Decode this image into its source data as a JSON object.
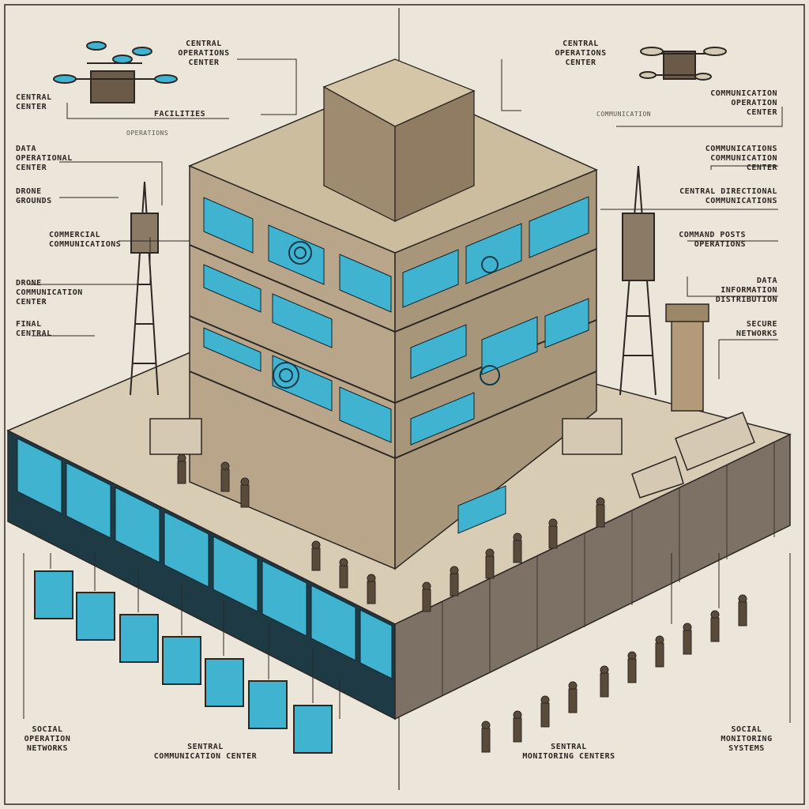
{
  "colors": {
    "paper": "#ece6da",
    "ink": "#2b2724",
    "screen": "#3fb3cf",
    "screen_dark": "#1f5f73",
    "concrete": "#c9b9a0",
    "concrete_dark": "#8f7c63",
    "wall_dark": "#2f2a27"
  },
  "labels": {
    "top_center_left": "CENTRAL\nOPERATIONS\nCENTER",
    "top_center_right": "CENTRAL\nOPERATIONS\nCENTER",
    "left_1": "CENTRAL\nCENTER",
    "left_2": "DATA\nOPERATIONAL\nCENTER",
    "left_3": "DRONE\nGROUNDS",
    "left_4": "COMMERCIAL\nCOMMUNICATIONS",
    "left_5": "DRONE\nCOMMUNICATION\nCENTER",
    "left_6": "FINAL\nCENTRAL",
    "upper_mid": "FACILITIES",
    "upper_mid_small": "OPERATIONS",
    "right_1": "COMMUNICATION\nOPERATION\nCENTER",
    "right_2": "COMMUNICATIONS\nCOMMUNICATION\nCENTER",
    "right_3": "CENTRAL DIRECTIONAL\nCOMMUNICATIONS",
    "right_4": "COMMAND POSTS\nOPERATIONS",
    "right_5": "DATA\nINFORMATION\nDISTRIBUTION",
    "right_6": "SECURE\nNETWORKS",
    "mid_right_small": "COMMUNICATION",
    "bottom_left": "SOCIAL\nOPERATION\nNETWORKS",
    "bottom_mid_left": "SENTRAL\nCOMMUNICATION CENTER",
    "bottom_mid_right": "SENTRAL\nMONITORING CENTERS",
    "bottom_right": "SOCIAL\nMONITORING\nSYSTEMS"
  }
}
